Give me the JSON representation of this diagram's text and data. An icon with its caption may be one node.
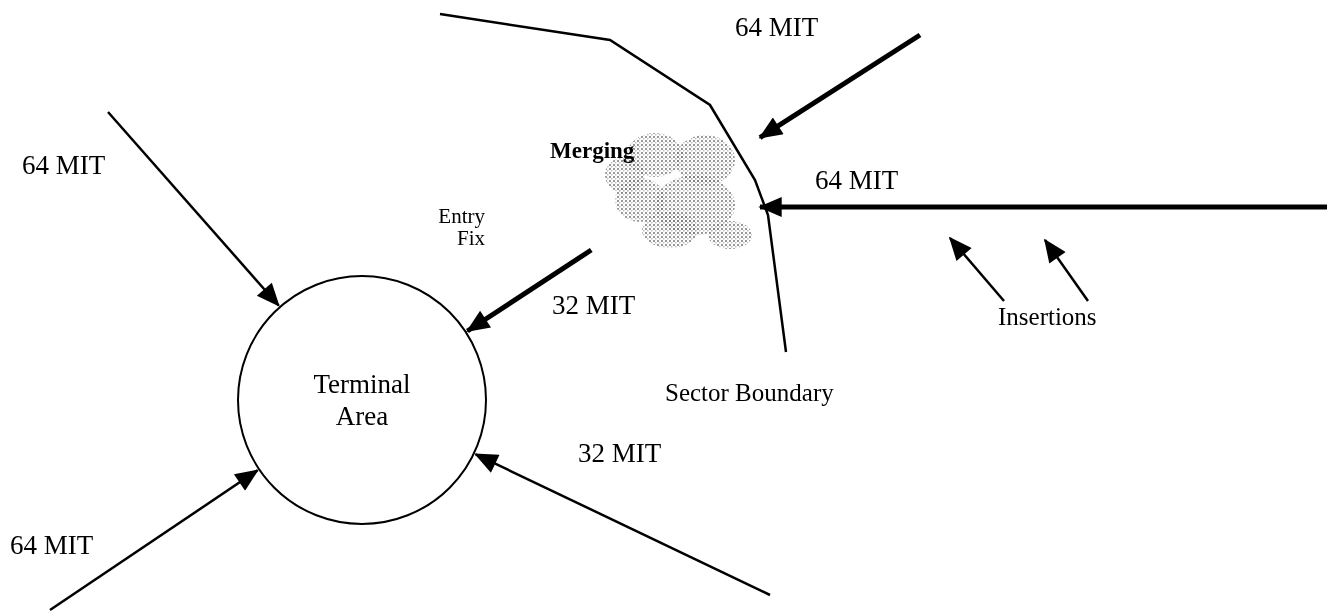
{
  "diagram": {
    "nodes": [
      {
        "text": [
          "Terminal Area"
        ]
      },
      {
        "text": [
          "Merging"
        ]
      },
      {
        "text": [
          "Insertions"
        ]
      }
    ],
    "edges": [
      {
        "from": null,
        "to": 0,
        "arrow": "to",
        "label": "64 MIT"
      },
      {
        "from": null,
        "to": 0,
        "arrow": "to",
        "label": "64 MIT"
      },
      {
        "from": null,
        "to": 0,
        "arrow": "to",
        "label": "32 MIT"
      },
      {
        "from": null,
        "to": 1,
        "arrow": "to",
        "label": "64 MIT",
        "style": "thick"
      },
      {
        "from": null,
        "to": 1,
        "arrow": "to",
        "label": "64 MIT",
        "style": "thick"
      },
      {
        "from": 1,
        "to": 0,
        "arrow": "to",
        "label": "32 MIT",
        "style": "thick"
      },
      {
        "from": 2,
        "to": null,
        "arrow": "to"
      },
      {
        "from": 2,
        "to": null,
        "arrow": "to"
      }
    ],
    "labels": [
      "Entry Fix",
      "Sector Boundary"
    ]
  }
}
